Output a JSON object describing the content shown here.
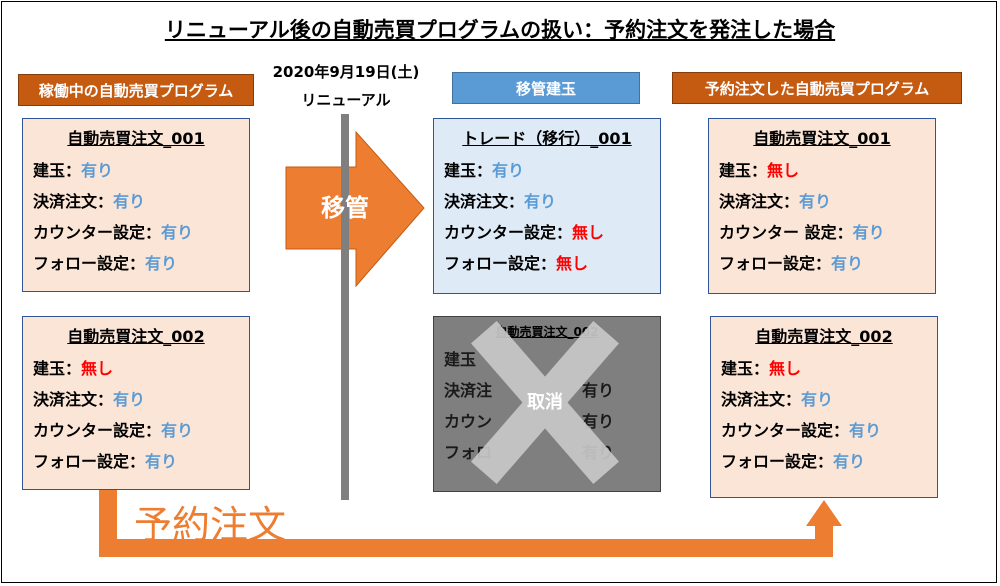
{
  "title": "リニューアル後の自動売買プログラムの扱い：予約注文を発注した場合",
  "headers": {
    "left": "稼働中の自動売買プログラム",
    "middle": "移管建玉",
    "right": "予約注文した自動売買プログラム"
  },
  "date_label": "2020年9月19日(土)",
  "renewal_label": "リニューアル",
  "transfer_label": "移管",
  "cancel_label": "取消",
  "reservation_label": "予約注文",
  "left_cards": [
    {
      "title": "自動売買注文_001",
      "rows": [
        {
          "label": "建玉：",
          "value": "有り",
          "status": "yes"
        },
        {
          "label": "決済注文：",
          "value": "有り",
          "status": "yes"
        },
        {
          "label": "カウンター設定：",
          "value": "有り",
          "status": "yes"
        },
        {
          "label": "フォロー設定：",
          "value": "有り",
          "status": "yes"
        }
      ]
    },
    {
      "title": "自動売買注文_002",
      "rows": [
        {
          "label": "建玉：",
          "value": "無し",
          "status": "no"
        },
        {
          "label": "決済注文：",
          "value": "有り",
          "status": "yes"
        },
        {
          "label": "カウンター設定：",
          "value": "有り",
          "status": "yes"
        },
        {
          "label": "フォロー設定：",
          "value": "有り",
          "status": "yes"
        }
      ]
    }
  ],
  "middle_card": {
    "title": "トレード（移行）_001",
    "rows": [
      {
        "label": "建玉：",
        "value": "有り",
        "status": "yes"
      },
      {
        "label": "決済注文：",
        "value": "有り",
        "status": "yes"
      },
      {
        "label": "カウンター設定：",
        "value": "無し",
        "status": "no"
      },
      {
        "label": "フォロー設定：",
        "value": "無し",
        "status": "no"
      }
    ]
  },
  "cancelled_card": {
    "title": "自動売買注文_002",
    "rows": [
      {
        "label": "建玉",
        "value": ""
      },
      {
        "label": "決済注",
        "value": "有り"
      },
      {
        "label": "カウン",
        "value": "有り"
      },
      {
        "label": "フォロ",
        "value": "有り"
      }
    ]
  },
  "right_cards": [
    {
      "title": "自動売買注文_001",
      "rows": [
        {
          "label": "建玉：",
          "value": "無し",
          "status": "no"
        },
        {
          "label": "決済注文：",
          "value": "有り",
          "status": "yes"
        },
        {
          "label": "カウンター 設定：",
          "value": "有り",
          "status": "yes"
        },
        {
          "label": "フォロー設定：",
          "value": "有り",
          "status": "yes"
        }
      ]
    },
    {
      "title": "自動売買注文_002",
      "rows": [
        {
          "label": "建玉：",
          "value": "無し",
          "status": "no"
        },
        {
          "label": "決済注文：",
          "value": "有り",
          "status": "yes"
        },
        {
          "label": "カウンター設定：",
          "value": "有り",
          "status": "yes"
        },
        {
          "label": "フォロー設定：",
          "value": "有り",
          "status": "yes"
        }
      ]
    }
  ],
  "colors": {
    "orange": "#ed7d31",
    "dark_orange": "#c55a11",
    "blue": "#5b9bd5",
    "red": "#ff0000",
    "peach": "#fbe5d6",
    "light_blue": "#deebf7",
    "gray": "#7f7f7f"
  }
}
